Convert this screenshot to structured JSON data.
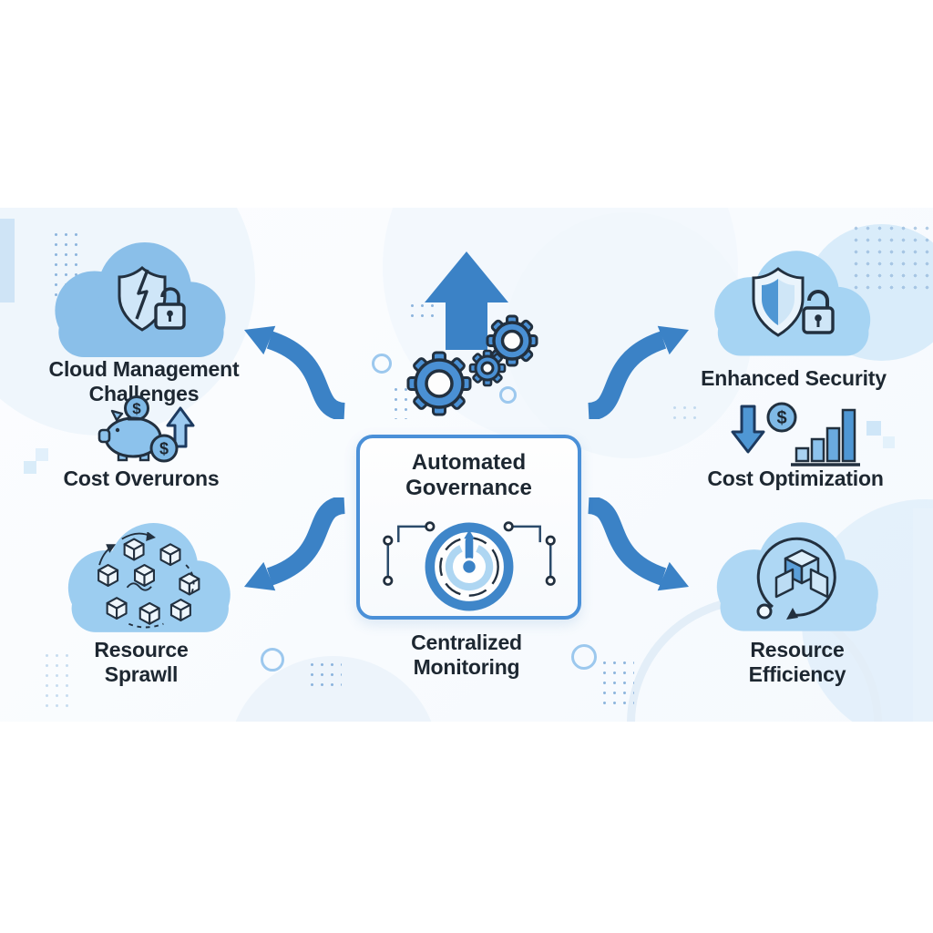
{
  "diagram": {
    "type": "hub-and-spoke infographic",
    "center": {
      "title": "Automated Governance",
      "caption": "Centralized Monitoring",
      "icon": "gauge-dial-icon"
    },
    "top_motif": {
      "icon": "up-arrow-with-gears-icon"
    },
    "left_column": {
      "heading": {
        "label": "Cloud Management Challenges",
        "icon": "cloud-broken-shield-lock-icon"
      },
      "items": [
        {
          "label": "Cost Overurons",
          "icon": "piggy-bank-coins-icon"
        },
        {
          "label": "Resource Sprawll",
          "icon": "cloud-scattered-cubes-icon"
        }
      ]
    },
    "right_column": {
      "items": [
        {
          "label": "Enhanced Security",
          "icon": "cloud-shield-lock-icon"
        },
        {
          "label": "Cost Optimization",
          "icon": "dollar-down-arrow-bars-icon"
        },
        {
          "label": "Resource Efficiency",
          "icon": "cloud-cubes-cycle-icon"
        }
      ]
    },
    "connectors": [
      "to-upper-left",
      "to-lower-left",
      "to-upper-right",
      "to-lower-right"
    ]
  },
  "icons": {
    "currency_symbol": "$"
  },
  "colors": {
    "primary_blue": "#3b82c6",
    "gear_blue": "#4a90d4",
    "outline_dark": "#22303f",
    "cloud_top_left": "#8abfe9",
    "cloud_bottom_left": "#9ccdf0",
    "cloud_top_right": "#a6d4f3",
    "cloud_bottom_right": "#aed7f4",
    "box_border": "#4a90d8",
    "text": "#1d2731",
    "accent_light_ring": "#aed6f2"
  }
}
